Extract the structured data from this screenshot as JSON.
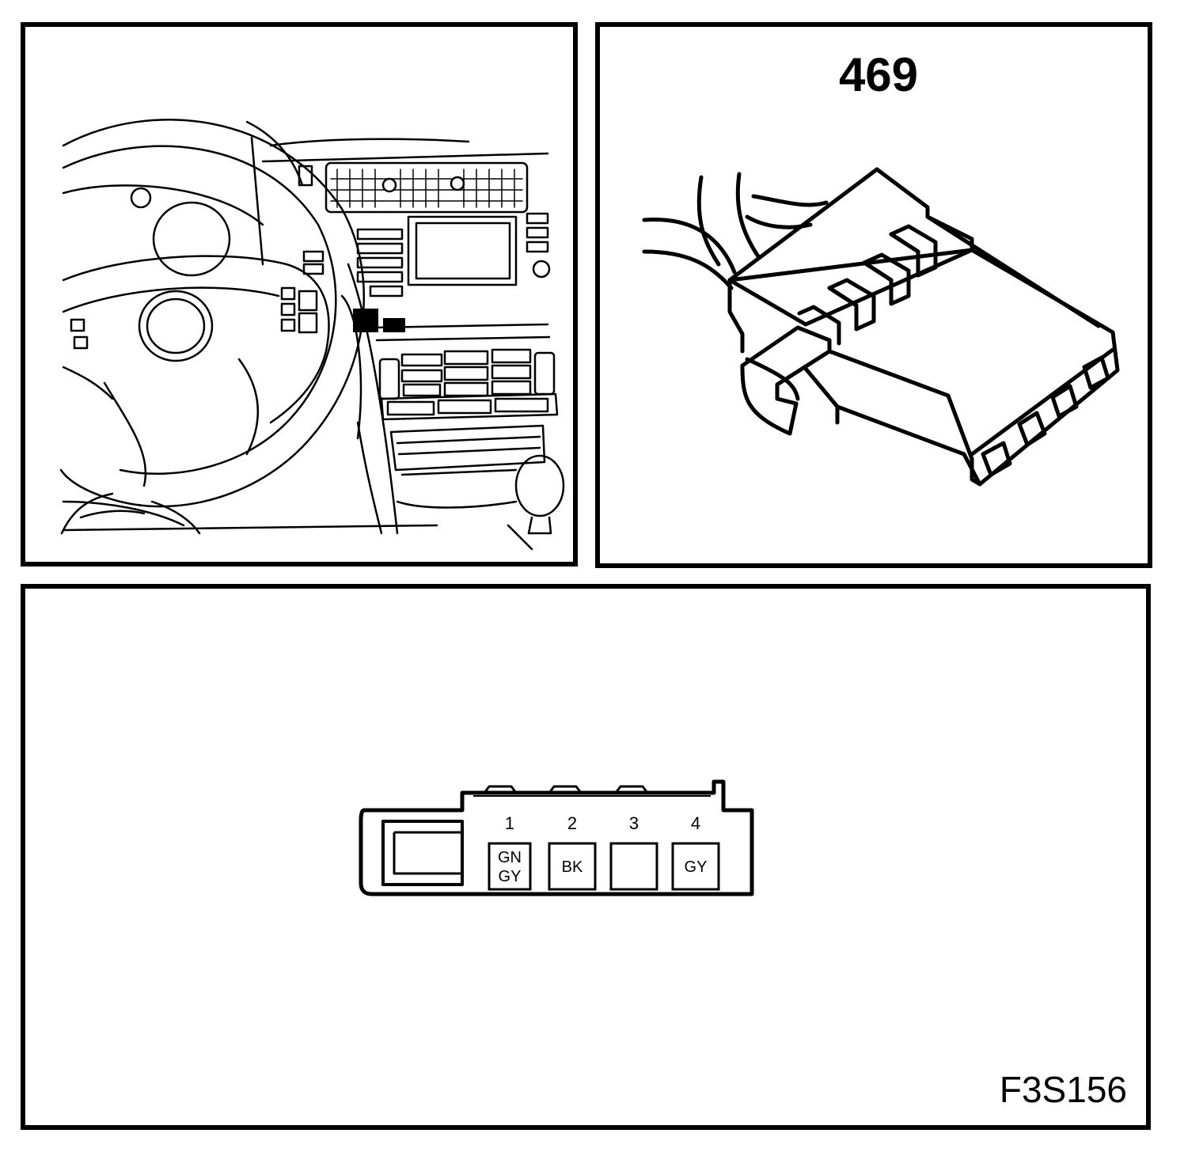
{
  "connector": {
    "number": "469"
  },
  "pinout": {
    "pins": [
      {
        "number": "1",
        "wire": [
          "GN",
          "GY"
        ]
      },
      {
        "number": "2",
        "wire": [
          "BK"
        ]
      },
      {
        "number": "3",
        "wire": []
      },
      {
        "number": "4",
        "wire": [
          "GY"
        ]
      }
    ]
  },
  "figure": {
    "ref": "F3S156"
  }
}
